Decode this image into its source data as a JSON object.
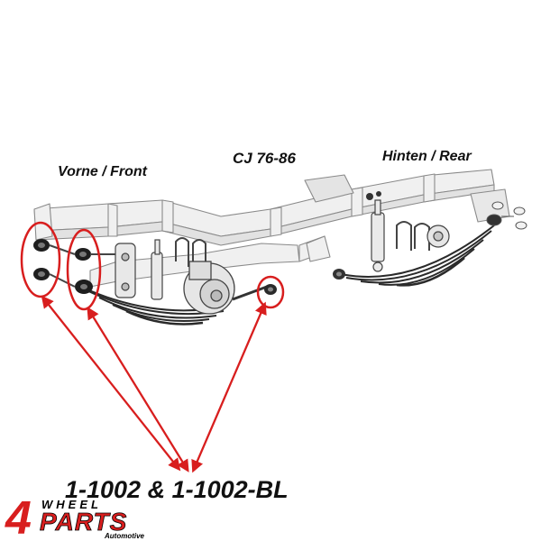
{
  "labels": {
    "front": "Vorne / Front",
    "model": "CJ 76-86",
    "rear": "Hinten / Rear"
  },
  "part_numbers": "1-1002 & 1-1002-BL",
  "logo": {
    "number": "4",
    "wheel_text": "WHEEL",
    "parts_text": "PARTS",
    "sub_text": "Automotive",
    "colors": {
      "red": "#d81e1e",
      "black": "#000000"
    }
  },
  "highlight_color": "#d81e1e"
}
